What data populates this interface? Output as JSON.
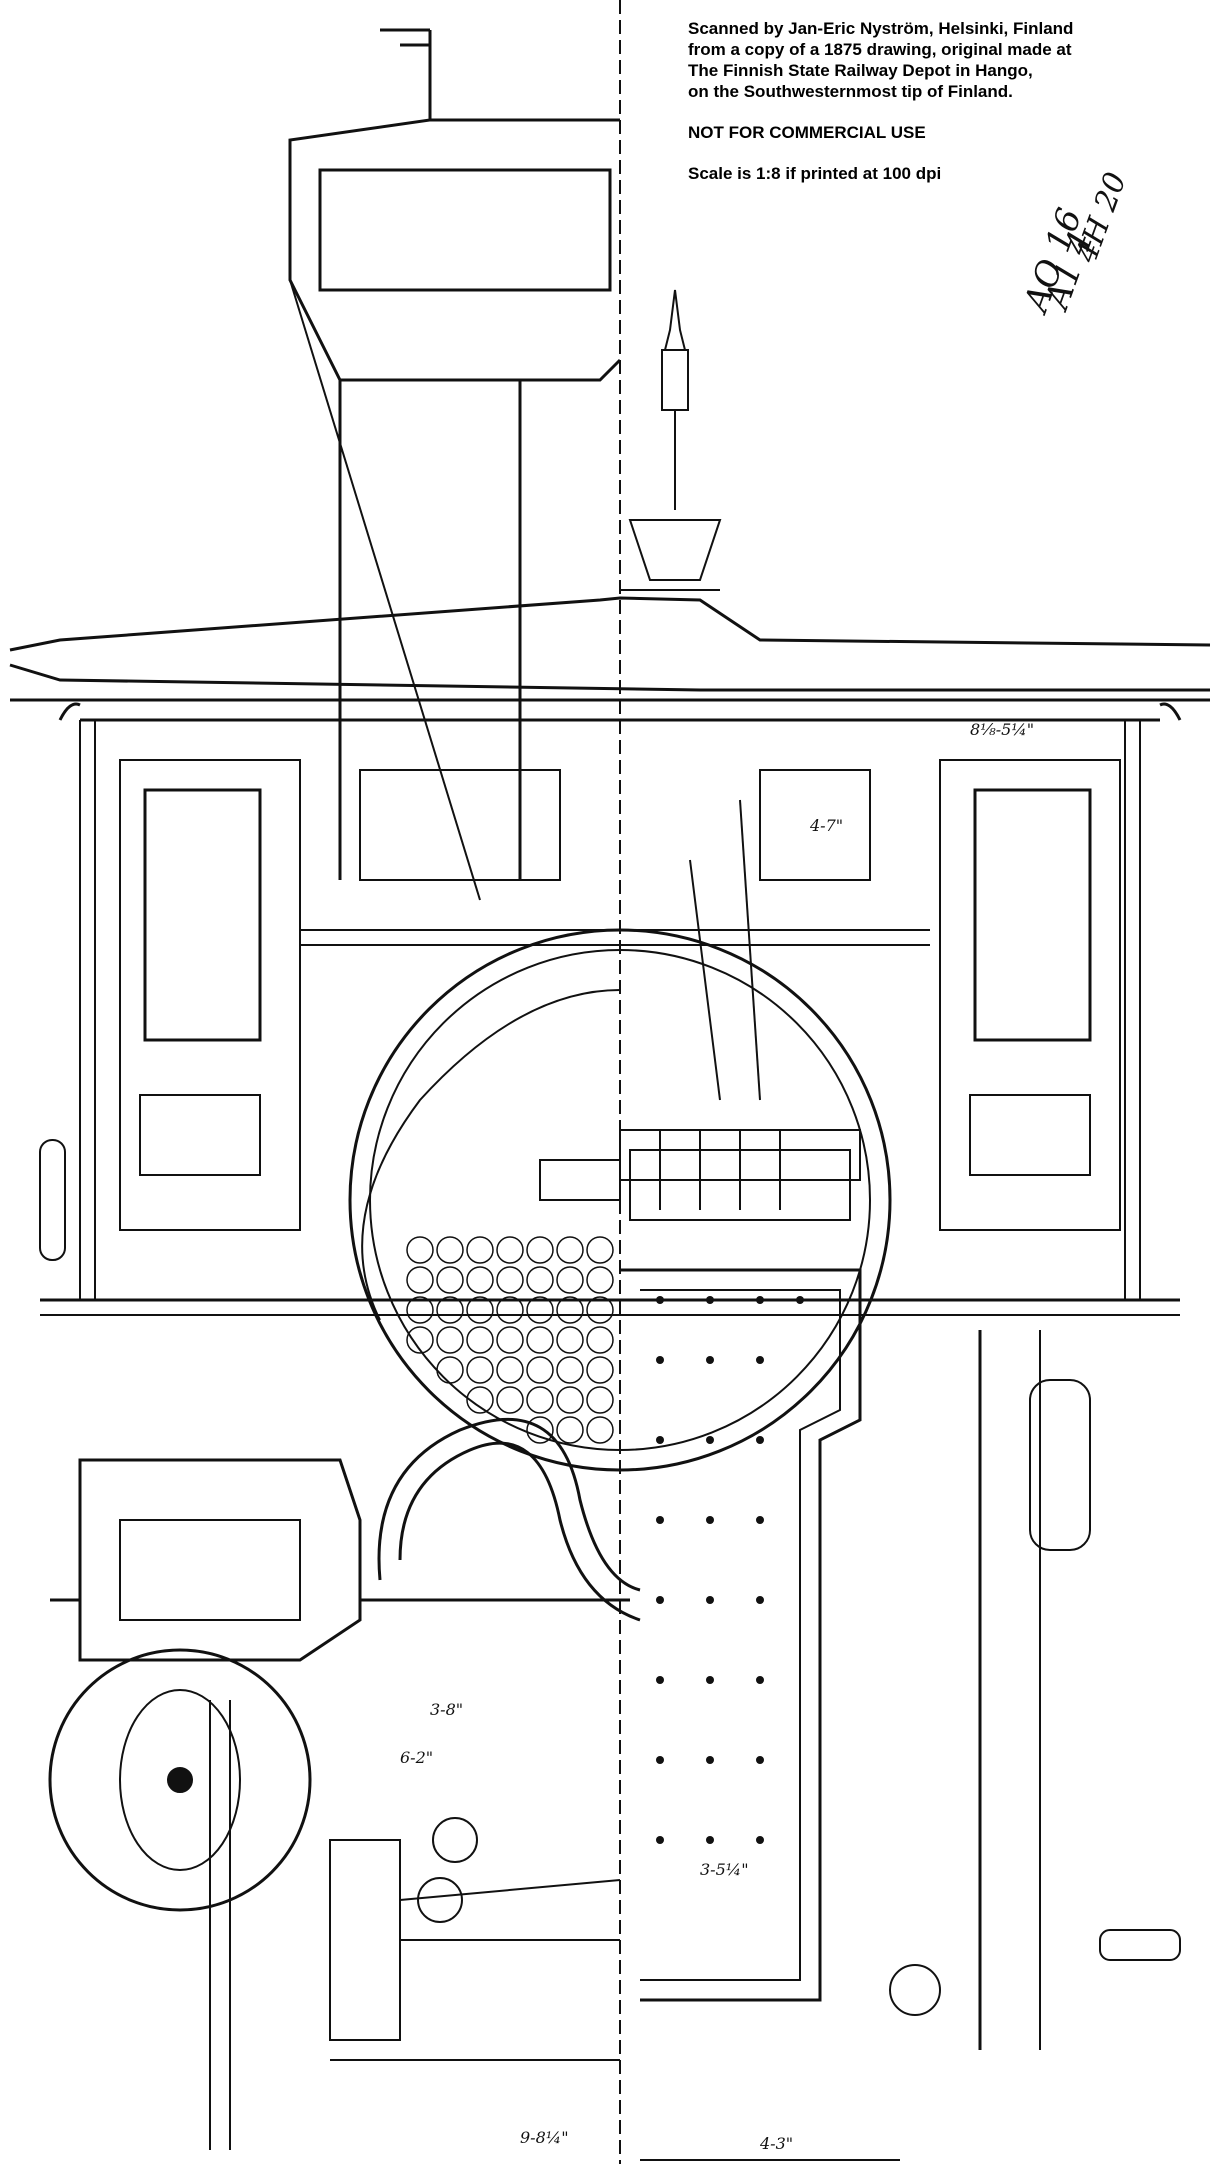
{
  "scan_notice": {
    "line1": "Scanned by Jan-Eric Nyström, Helsinki, Finland",
    "line2": "from a copy of a 1875 drawing, original made at",
    "line3": "The Finnish State Railway Depot in Hango,",
    "line4": "on the Southwesternmost tip of Finland.",
    "commercial": "NOT FOR COMMERCIAL USE",
    "scale": "Scale is 1:8 if printed at 100 dpi"
  },
  "handwritten": {
    "h1": "AO 16",
    "h2": "A1 4",
    "h3": "4H 20"
  },
  "dimensions": {
    "d1": "8⅛-5¼\"",
    "d2": "4-7\"",
    "d3": "3-8\"",
    "d4": "6-2\"",
    "d5": "3-5¼\"",
    "d6": "9-8¼\"",
    "d7": "4-3\""
  },
  "colors": {
    "ink": "#111111",
    "paper": "#ffffff"
  }
}
